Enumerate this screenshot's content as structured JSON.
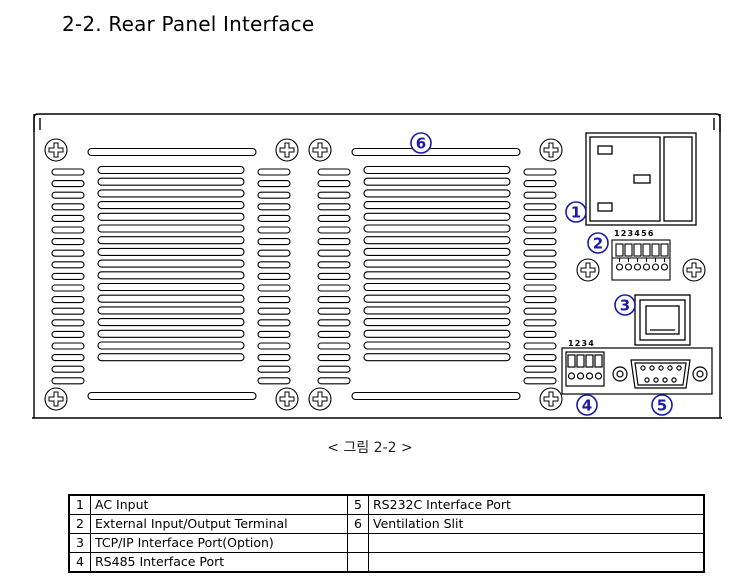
{
  "header": {
    "title": "2-2. Rear Panel Interface"
  },
  "figure": {
    "caption": "< 그림 2-2 >",
    "callouts": [
      "1",
      "2",
      "3",
      "4",
      "5",
      "6"
    ],
    "terminal2_pins": "123456",
    "terminal4_pins": "1234"
  },
  "legend": {
    "rows": [
      {
        "num": "1",
        "text": "AC Input",
        "num2": "5",
        "text2": "RS232C Interface Port"
      },
      {
        "num": "2",
        "text": "External Input/Output Terminal",
        "num2": "6",
        "text2": "Ventilation Slit"
      },
      {
        "num": "3",
        "text": "TCP/IP Interface Port(Option)",
        "num2": "",
        "text2": ""
      },
      {
        "num": "4",
        "text": "RS485 Interface Port",
        "num2": "",
        "text2": ""
      }
    ]
  },
  "colors": {
    "callout": "#1a1aa6",
    "line": "#000000"
  }
}
